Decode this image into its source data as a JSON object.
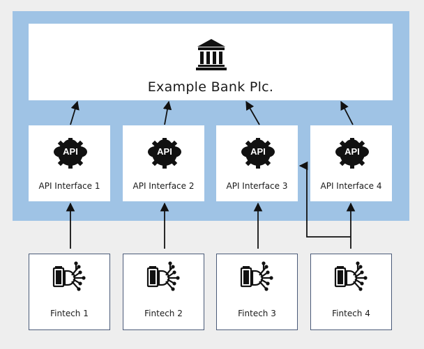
{
  "bank": {
    "name": "Example Bank Plc.",
    "icon": "bank-building-icon"
  },
  "api_interfaces": [
    {
      "label": "API Interface 1",
      "icon_text": "API",
      "icon": "api-cloud-gear-icon"
    },
    {
      "label": "API Interface 2",
      "icon_text": "API",
      "icon": "api-cloud-gear-icon"
    },
    {
      "label": "API Interface 3",
      "icon_text": "API",
      "icon": "api-cloud-gear-icon"
    },
    {
      "label": "API Interface 4",
      "icon_text": "API",
      "icon": "api-cloud-gear-icon"
    }
  ],
  "fintechs": [
    {
      "label": "Fintech 1",
      "icon": "fintech-circuit-icon"
    },
    {
      "label": "Fintech 2",
      "icon": "fintech-circuit-icon"
    },
    {
      "label": "Fintech 3",
      "icon": "fintech-circuit-icon"
    },
    {
      "label": "Fintech 4",
      "icon": "fintech-circuit-icon"
    }
  ],
  "colors": {
    "panel": "#9fc3e5",
    "background": "#eeeeee",
    "box_border": "#4a5a78",
    "ink": "#111111"
  }
}
